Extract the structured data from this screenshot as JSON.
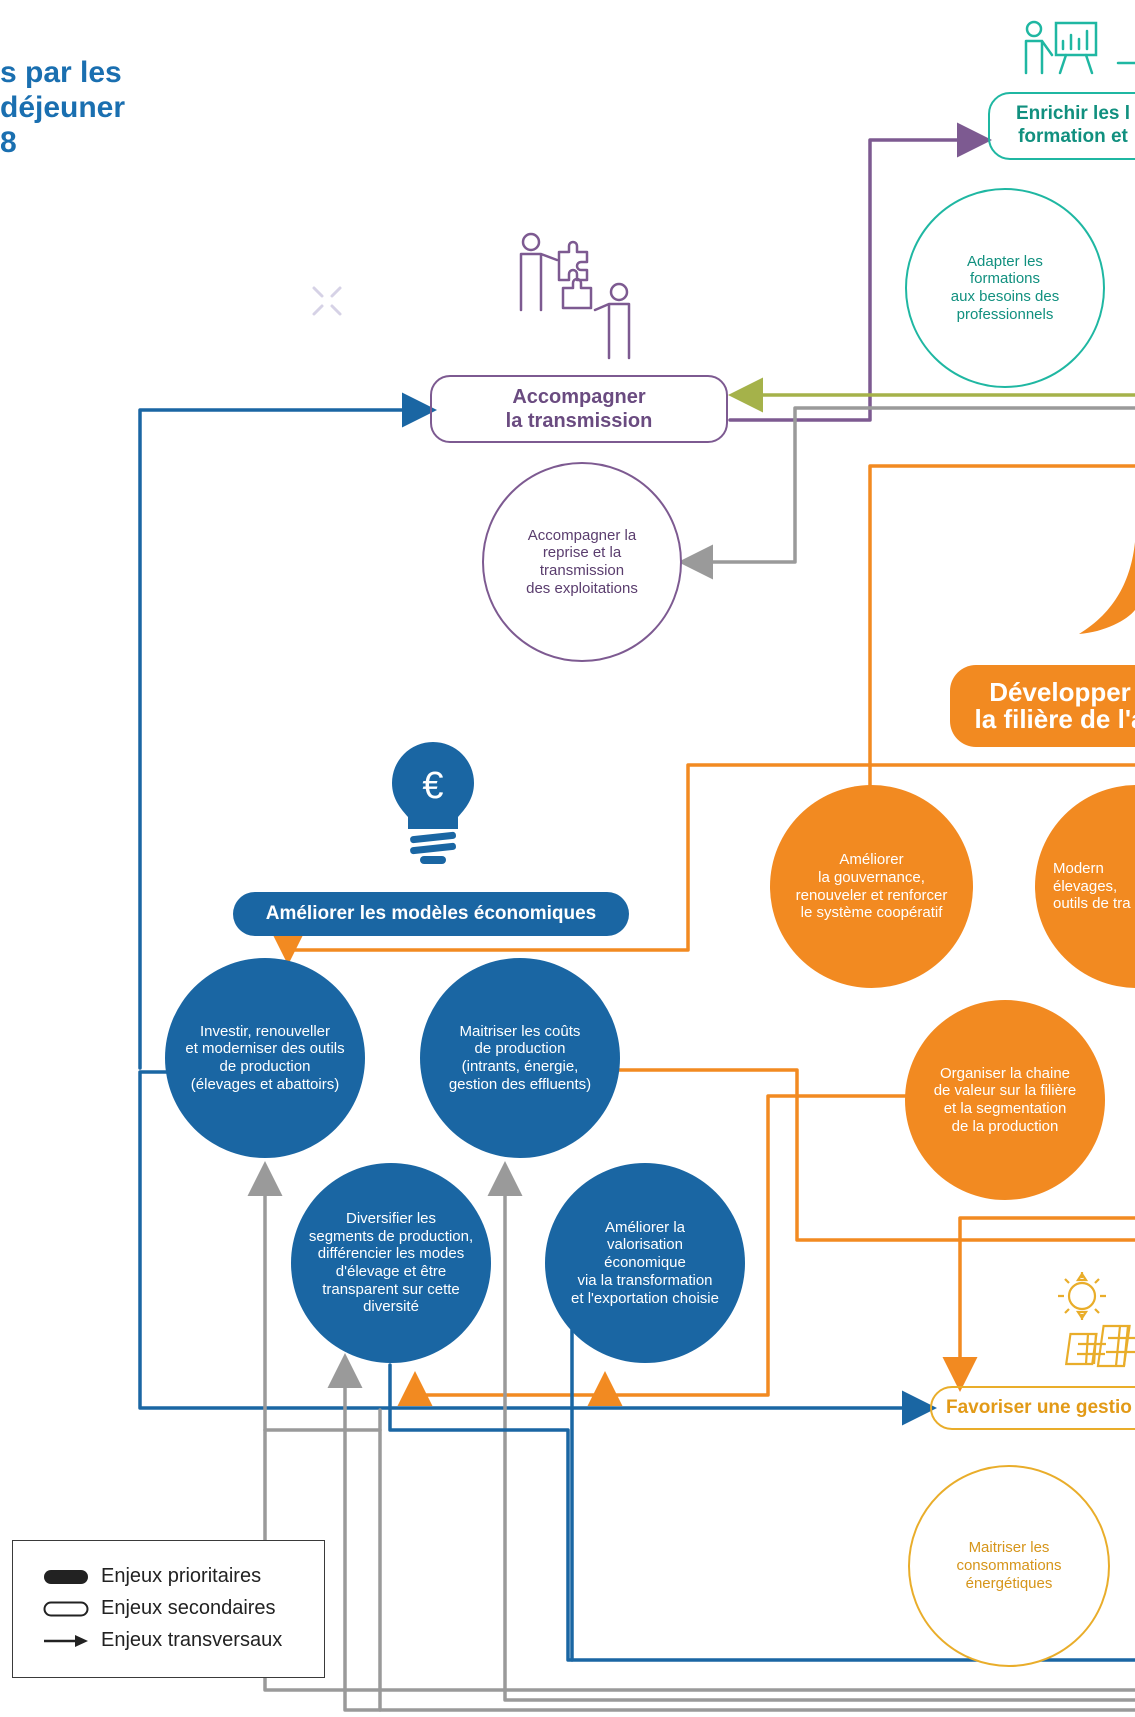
{
  "title": {
    "line1": "s par les",
    "line2": "déjeuner",
    "line3": "8"
  },
  "colors": {
    "blue": "#1a66a3",
    "orange": "#f28a21",
    "purple": "#7d5a91",
    "teal": "#1fb7a2",
    "olive": "#a5b24a",
    "gray": "#9a9a9a",
    "yellow": "#e9ad2a"
  },
  "enjeux": {
    "formation": {
      "label_line1": "Enrichir les l",
      "label_line2": "formation et",
      "icon": "presentation-icon"
    },
    "transmission": {
      "label_line1": "Accompagner",
      "label_line2": "la transmission",
      "icon": "puzzle-people-icon"
    },
    "filiere": {
      "label_line1": "Développer",
      "label_line2": "la filière de l'a"
    },
    "modeles": {
      "label": "Améliorer les modèles économiques",
      "icon": "euro-lightbulb-icon"
    },
    "energie": {
      "label": "Favoriser une gestio",
      "icon": "sun-solar-panel-icon"
    }
  },
  "sous_enjeux": {
    "adapter_formations": "Adapter les\nformations\naux besoins des\nprofessionnels",
    "reprise_transmission": "Accompagner la\nreprise et la\ntransmission\ndes exploitations",
    "gouvernance": "Améliorer\nla gouvernance,\nrenouveler et renforcer\nle système coopératif",
    "moderniser": "Modern\nélevages,\noutils de tra",
    "chaine_valeur": "Organiser la chaine\nde valeur sur la filière\net la segmentation\nde la production",
    "investir": "Investir, renouveller\net moderniser des outils\nde production\n(élevages et abattoirs)",
    "couts": "Maitriser les coûts\nde production\n(intrants, énergie,\ngestion des effluents)",
    "diversifier": "Diversifier les\nsegments de production,\ndifférencier les modes\nd'élevage et être\ntransparent sur cette\ndiversité",
    "valorisation": "Améliorer la\nvalorisation\néconomique\nvia la transformation\net l'exportation choisie",
    "consommations": "Maitriser les\nconsommations\nénergétiques"
  },
  "legend": {
    "prioritaires": "Enjeux prioritaires",
    "secondaires": "Enjeux secondaires",
    "transversaux": "Enjeux transversaux"
  }
}
